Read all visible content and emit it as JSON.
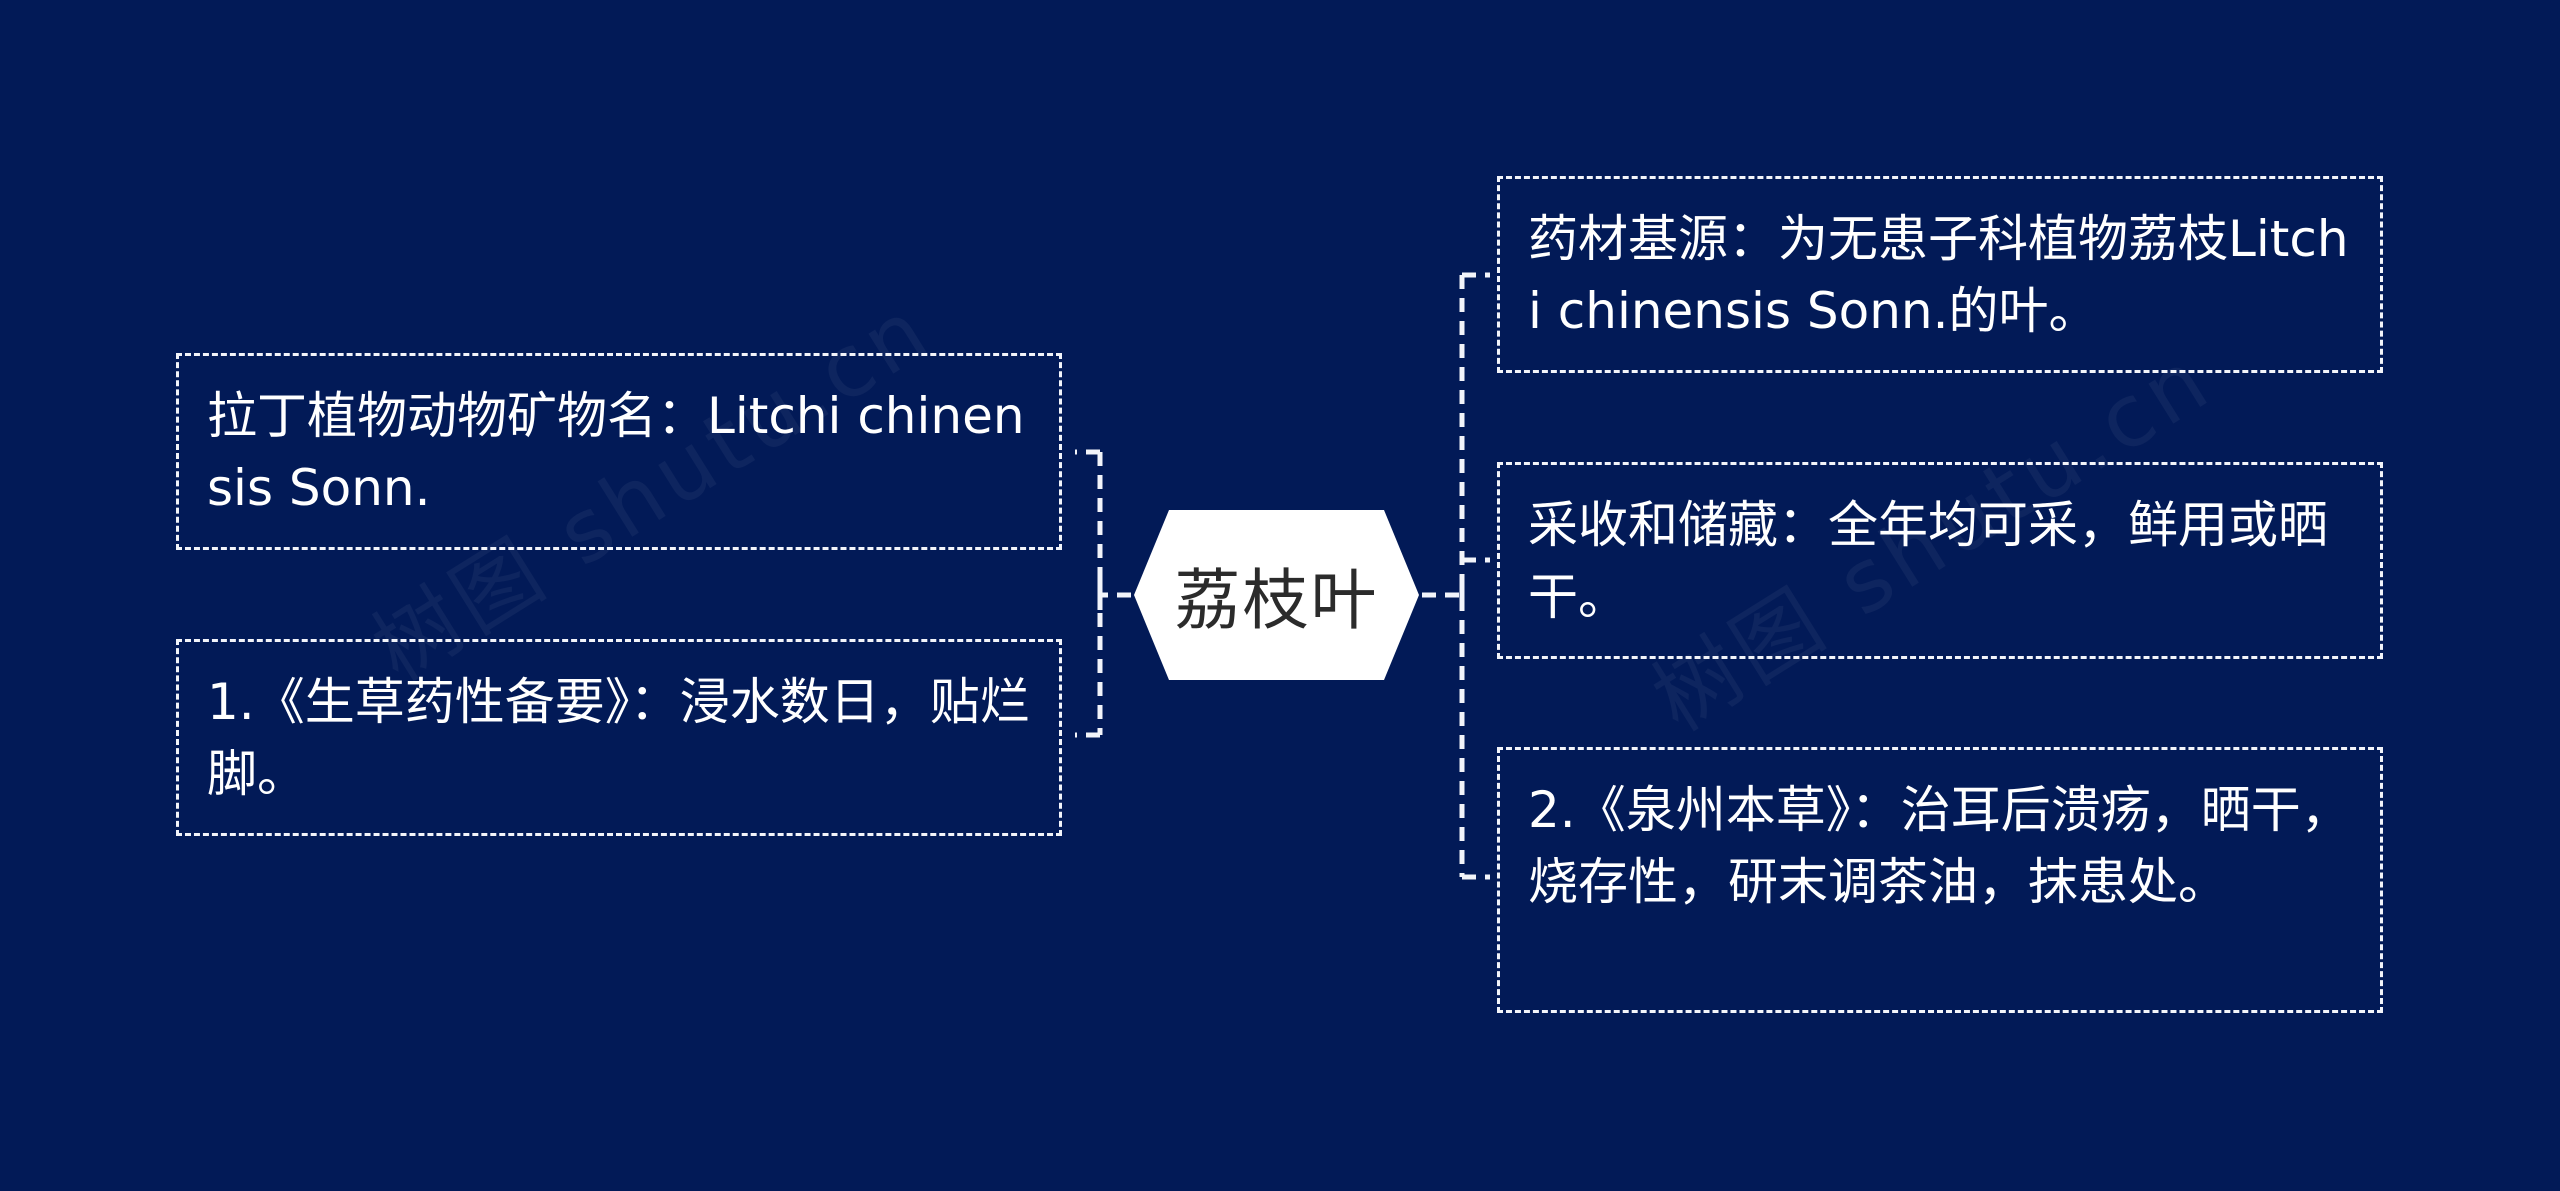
{
  "colors": {
    "background": "#021a57",
    "border": "#f2f4fa",
    "text": "#ffffff",
    "center_fill": "#ffffff",
    "center_text": "#2b2b2b"
  },
  "center": {
    "label": "荔枝叶"
  },
  "left_nodes": [
    {
      "text": "拉丁植物动物矿物名：Litchi chinensis Sonn."
    },
    {
      "text": "1.《生草药性备要》：浸水数日，贴烂脚。"
    }
  ],
  "right_nodes": [
    {
      "text": "药材基源：为无患子科植物荔枝Litchi chinensis Sonn.的叶。"
    },
    {
      "text": "采收和储藏：全年均可采，鲜用或晒干。"
    },
    {
      "text": "2.《泉州本草》：治耳后溃疡，晒干，烧存性，研末调茶油，抹患处。"
    }
  ],
  "watermarks": [
    "树图 shutu.cn",
    "树图 shutu.cn"
  ]
}
